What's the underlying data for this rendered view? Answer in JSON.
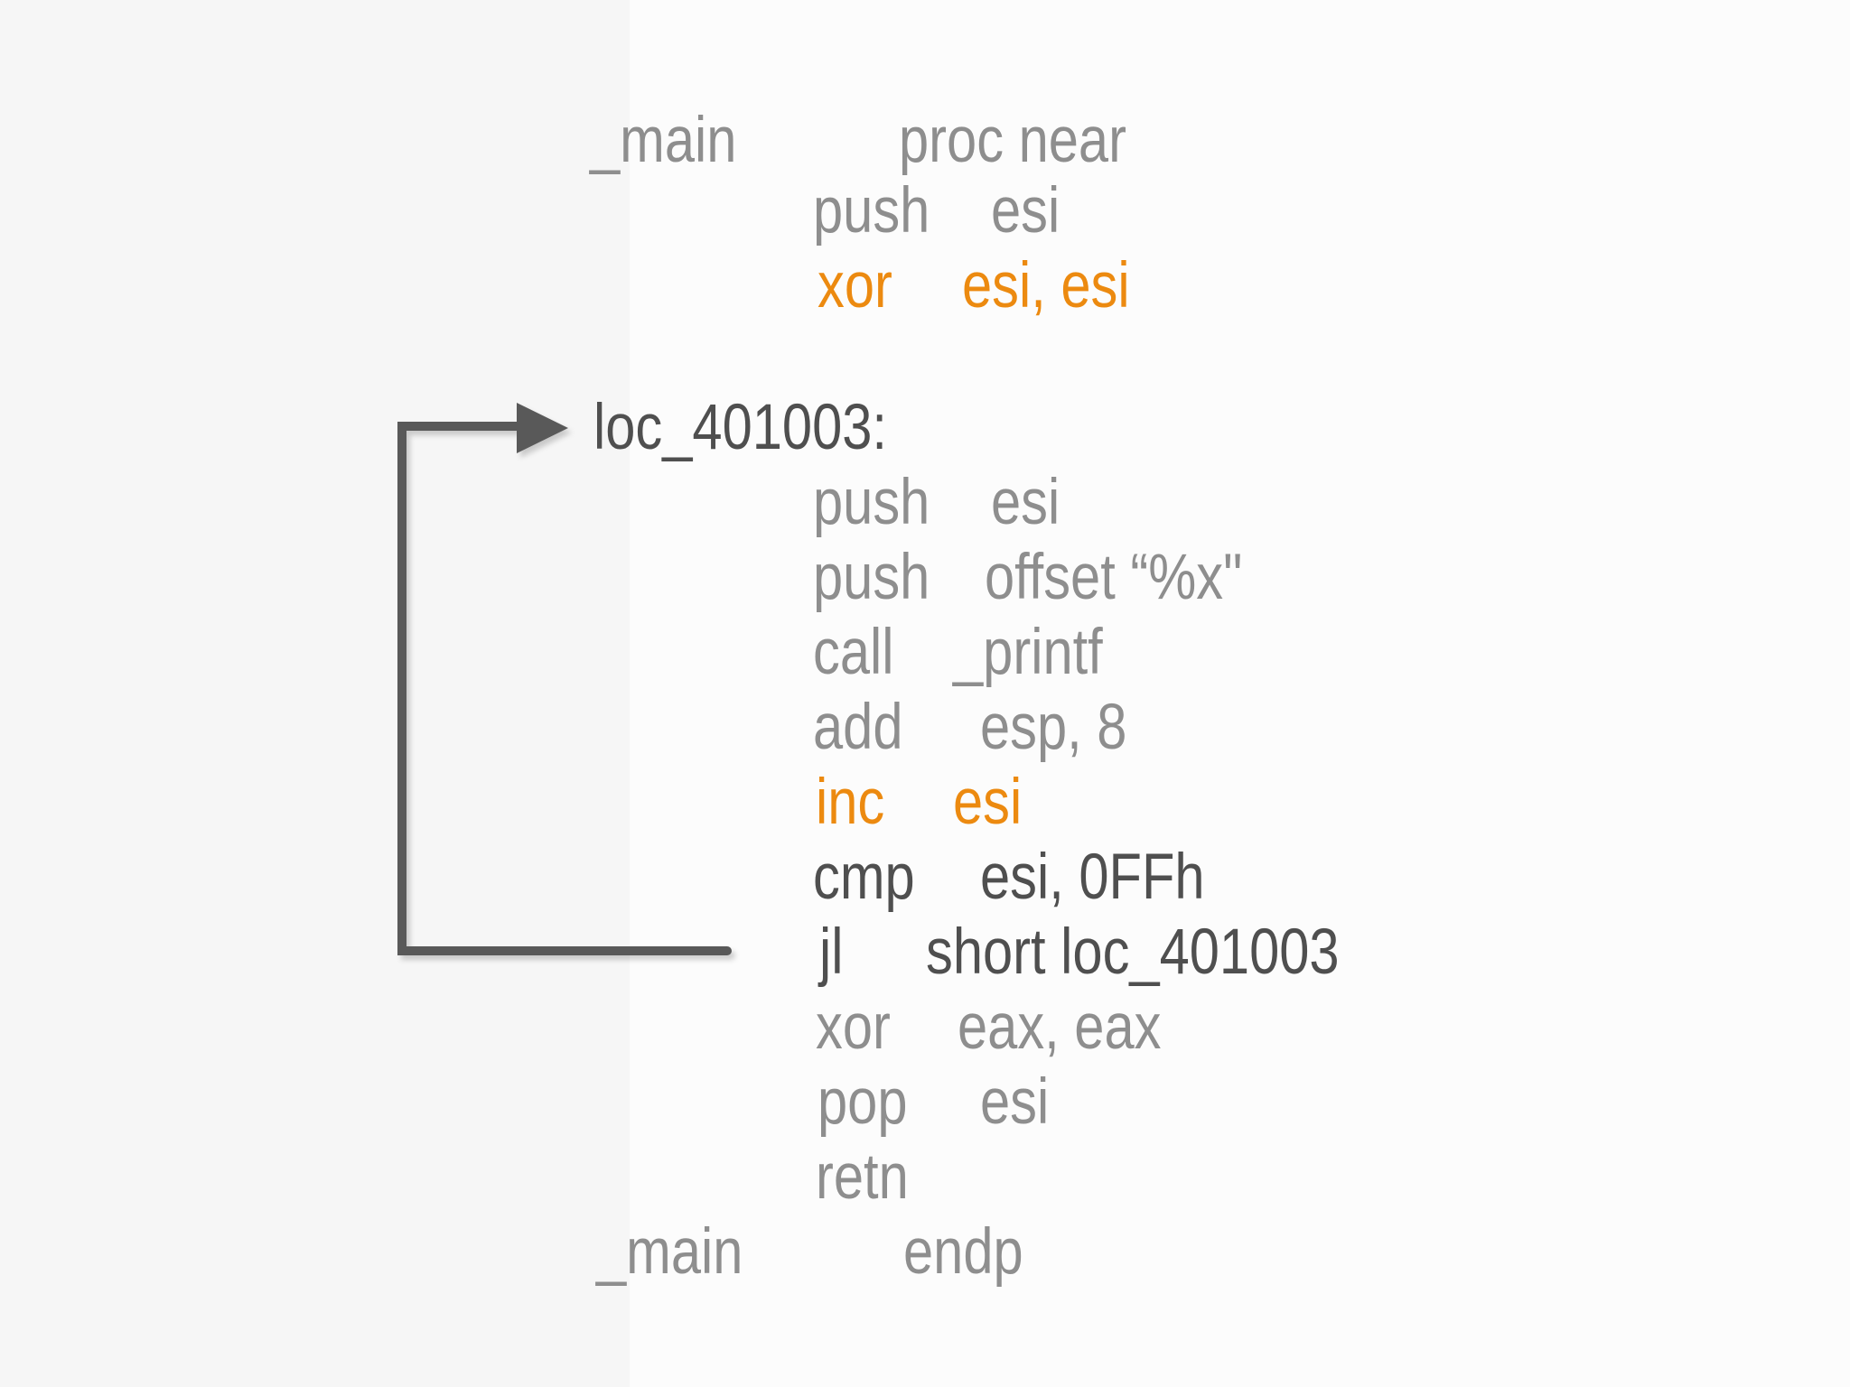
{
  "slide": {
    "description": "Disassembly listing of _main with a loop-back arrow from the jl instruction to loc_401003",
    "colors": {
      "muted": "#8e8e8e",
      "strong": "#4f4f4f",
      "accent": "#ec8a10",
      "arrow": "#595959",
      "background_right": "#fcfcfc",
      "background_left": "#f6f6f6"
    },
    "listing": {
      "lines": [
        {
          "label": "_main",
          "directive": "proc near",
          "tone": "muted"
        },
        {
          "mnemonic": "push",
          "operands": "esi",
          "tone": "muted"
        },
        {
          "mnemonic": "xor",
          "operands": "esi, esi",
          "tone": "accent"
        },
        {
          "label": "loc_401003:",
          "tone": "strong"
        },
        {
          "mnemonic": "push",
          "operands": "esi",
          "tone": "muted"
        },
        {
          "mnemonic": "push",
          "operands": "offset “%x\"",
          "tone": "muted"
        },
        {
          "mnemonic": "call",
          "operands": "_printf",
          "tone": "muted"
        },
        {
          "mnemonic": "add",
          "operands": "esp, 8",
          "tone": "muted"
        },
        {
          "mnemonic": "inc",
          "operands": "esi",
          "tone": "accent"
        },
        {
          "mnemonic": "cmp",
          "operands": "esi, 0FFh",
          "tone": "strong"
        },
        {
          "mnemonic": "jl",
          "operands": "short loc_401003",
          "tone": "strong"
        },
        {
          "mnemonic": "xor",
          "operands": "eax, eax",
          "tone": "muted"
        },
        {
          "mnemonic": "pop",
          "operands": "esi",
          "tone": "muted"
        },
        {
          "mnemonic": "retn",
          "tone": "muted"
        },
        {
          "label": "_main",
          "directive": "endp",
          "tone": "muted"
        }
      ]
    },
    "arrow": {
      "meaning": "loop back edge from jl to loc_401003"
    }
  }
}
